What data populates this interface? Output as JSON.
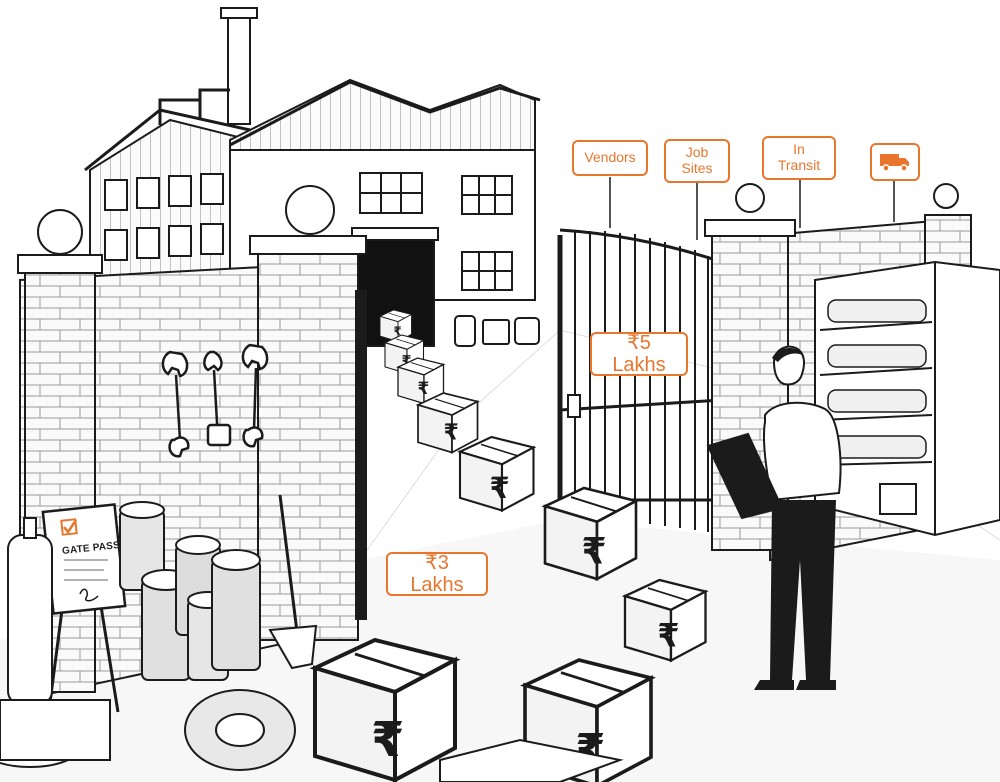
{
  "labels": {
    "vendors": "Vendors",
    "job_sites": "Job\nSites",
    "in_transit": "In\nTransit",
    "value_gate": "₹5 Lakhs",
    "value_ground": "₹3 Lakhs",
    "gate_pass": "GATE PASS"
  },
  "icons": {
    "truck": "truck-icon",
    "wrench": "wrench-icon",
    "rupee": "rupee-icon",
    "gate_pass_check": "checkbox-icon"
  },
  "colors": {
    "accent": "#e8762d",
    "ink": "#1b1b1b",
    "paper": "#ffffff"
  }
}
